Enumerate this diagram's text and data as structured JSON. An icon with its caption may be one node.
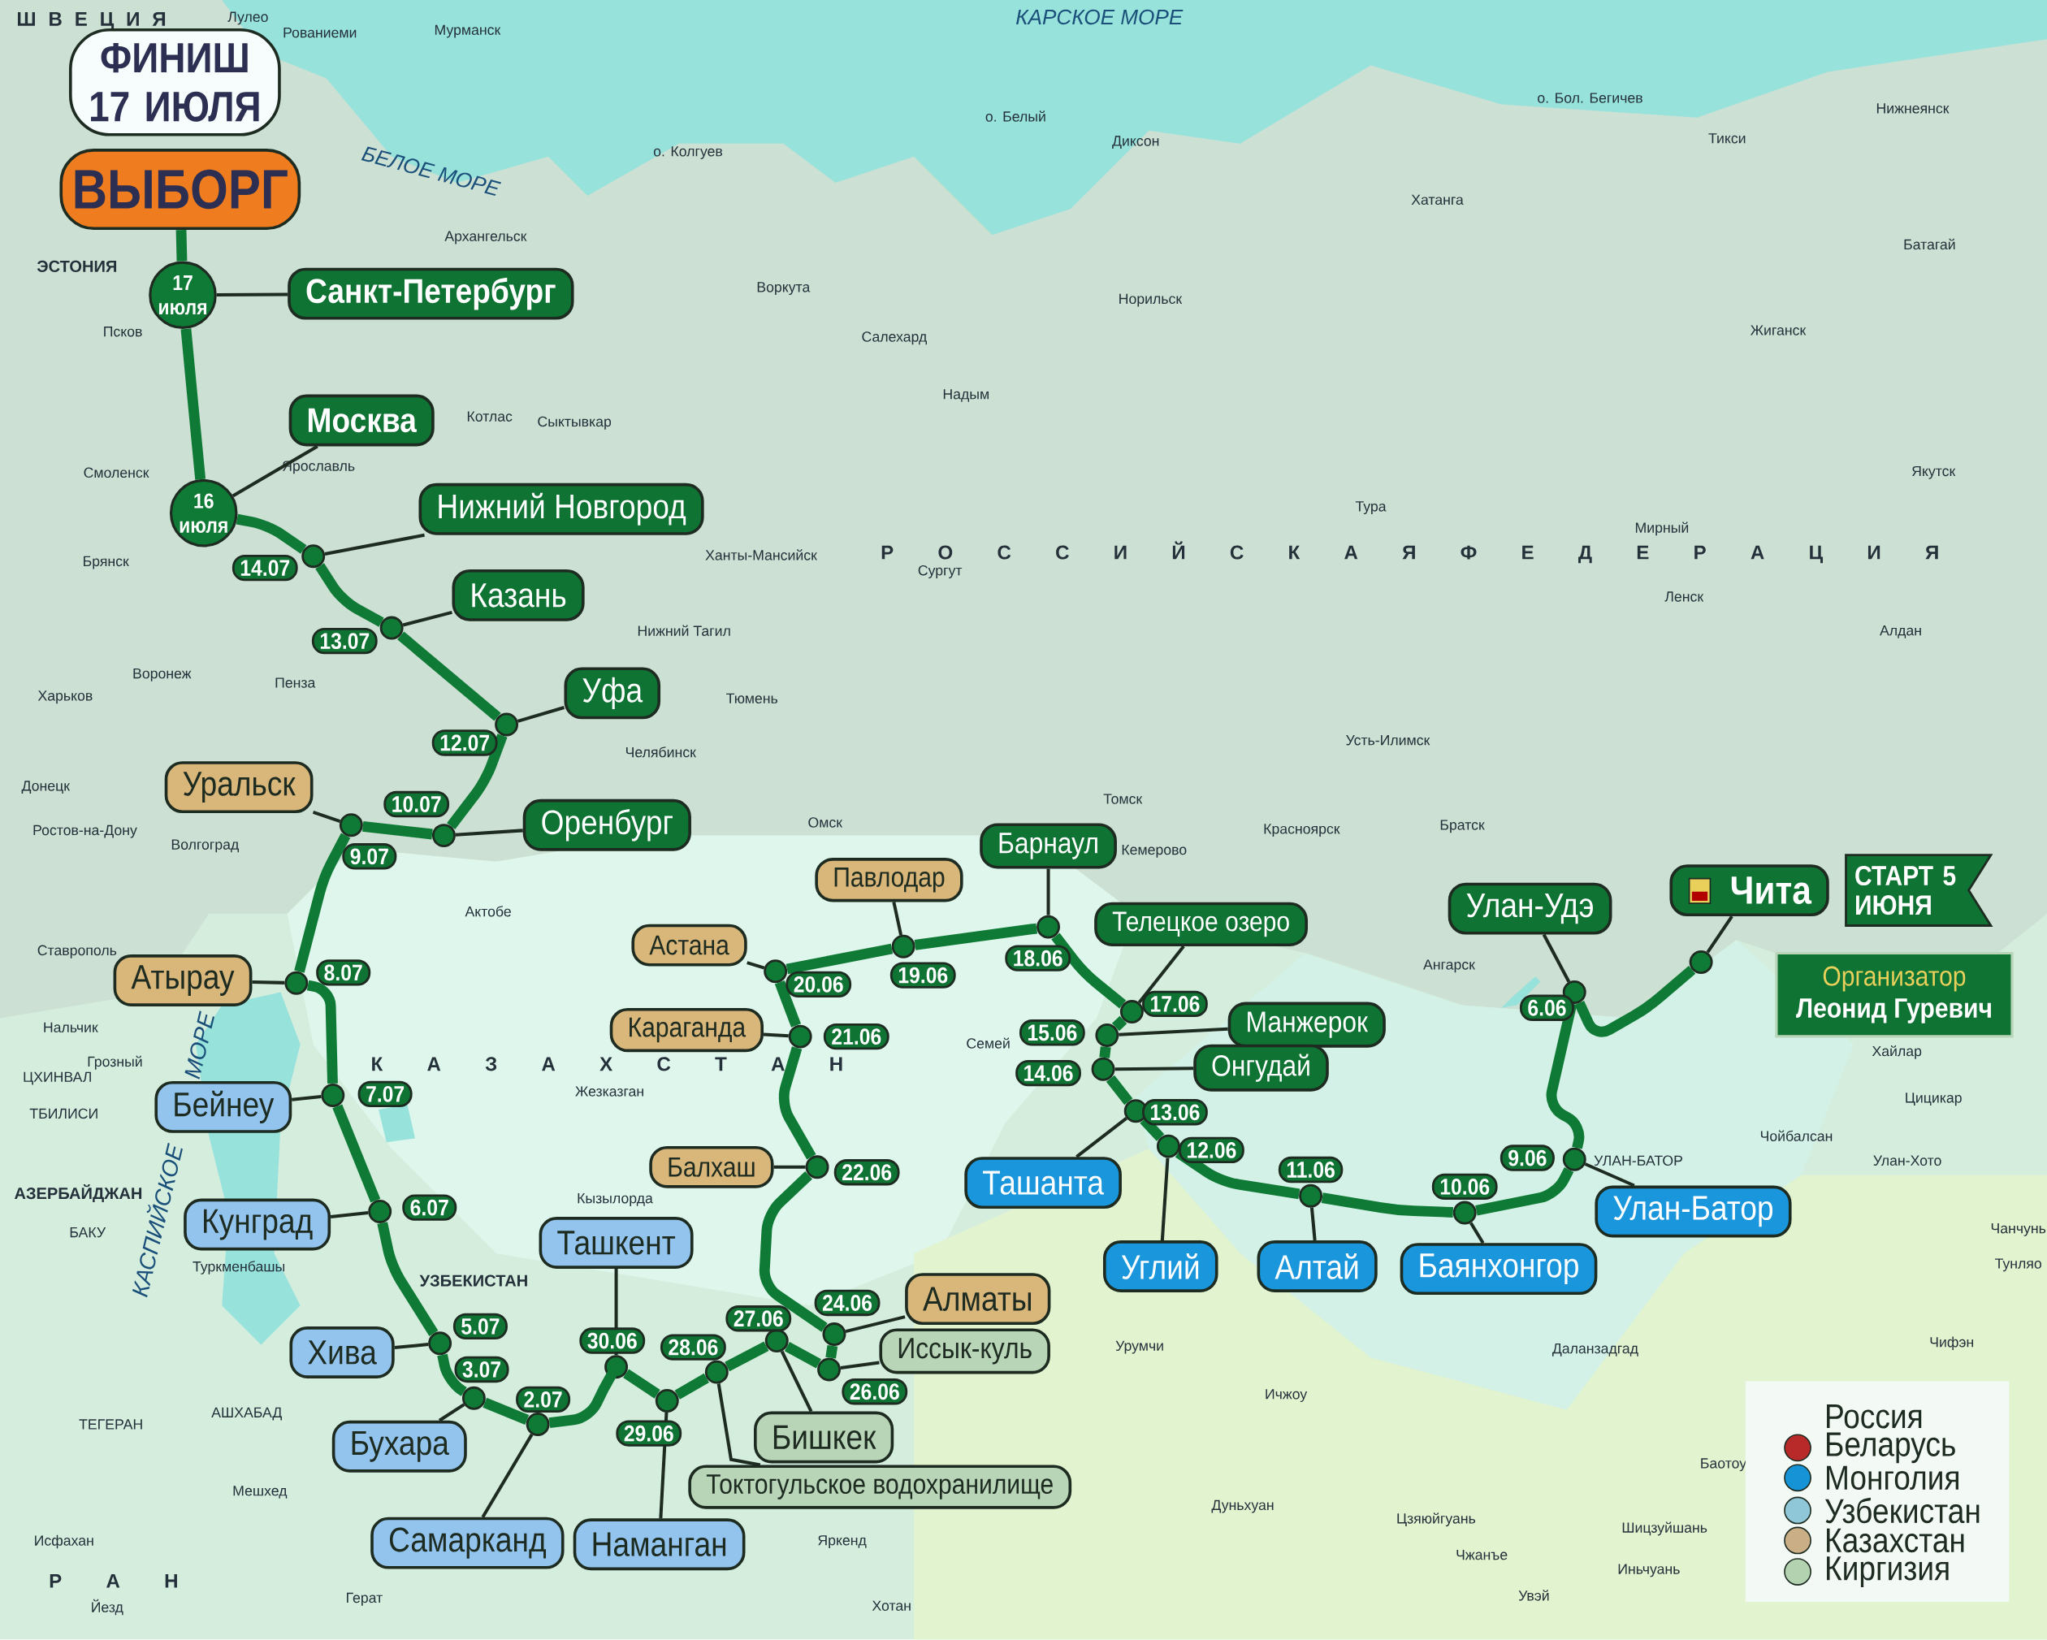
{
  "diagram": {
    "nodes": [
      {
        "text": [
          "ФИНИШ 17 ИЮЛЯ"
        ]
      },
      {
        "text": [
          "ВЫБОРГ"
        ]
      },
      {
        "text": [
          "17 июля"
        ]
      },
      {
        "text": [
          "Санкт-Петербург"
        ]
      },
      {
        "text": [
          "16 июля"
        ]
      },
      {
        "text": [
          "Москва"
        ]
      },
      {
        "text": [],
        "shape": "circle",
        "beside": [
          "14.07"
        ]
      },
      {
        "text": [
          "Нижний Новгород"
        ]
      },
      {
        "text": [],
        "shape": "circle",
        "beside": [
          "13.07"
        ]
      },
      {
        "text": [
          "Казань"
        ]
      },
      {
        "text": [],
        "shape": "circle",
        "beside": [
          "12.07"
        ]
      },
      {
        "text": [
          "Уфа"
        ]
      },
      {
        "text": [],
        "shape": "circle",
        "beside": [
          "10.07"
        ]
      },
      {
        "text": [
          "Оренбург"
        ]
      },
      {
        "text": [],
        "shape": "circle",
        "beside": [
          "9.07"
        ]
      },
      {
        "text": [
          "Уральск"
        ]
      },
      {
        "text": [],
        "shape": "circle",
        "beside": [
          "8.07"
        ]
      },
      {
        "text": [
          "Атырау"
        ]
      },
      {
        "text": [],
        "shape": "circle",
        "beside": [
          "7.07"
        ]
      },
      {
        "text": [
          "Бейнеу"
        ]
      },
      {
        "text": [],
        "shape": "circle",
        "beside": [
          "6.07"
        ]
      },
      {
        "text": [
          "Кунград"
        ]
      },
      {
        "text": [],
        "shape": "circle",
        "beside": [
          "5.07"
        ]
      },
      {
        "text": [
          "Хива"
        ]
      },
      {
        "text": [],
        "shape": "circle",
        "beside": [
          "3.07"
        ]
      },
      {
        "text": [
          "Бухара"
        ]
      },
      {
        "text": [],
        "shape": "circle",
        "beside": [
          "2.07"
        ]
      },
      {
        "text": [
          "Самарканд"
        ]
      },
      {
        "text": [],
        "shape": "circle",
        "beside": [
          "30.06"
        ]
      },
      {
        "text": [
          "Ташкент"
        ]
      },
      {
        "text": [],
        "shape": "circle",
        "beside": [
          "29.06"
        ]
      },
      {
        "text": [
          "Наманган"
        ]
      },
      {
        "text": [],
        "shape": "circle",
        "beside": [
          "28.06"
        ]
      },
      {
        "text": [
          "Токтогульское водохранилище"
        ]
      },
      {
        "text": [],
        "shape": "circle",
        "beside": [
          "27.06"
        ]
      },
      {
        "text": [
          "Бишкек"
        ]
      },
      {
        "text": [],
        "shape": "circle",
        "beside": [
          "26.06"
        ]
      },
      {
        "text": [
          "Иссык-куль"
        ]
      },
      {
        "text": [],
        "shape": "circle",
        "beside": [
          "24.06"
        ]
      },
      {
        "text": [
          "Алматы"
        ]
      },
      {
        "text": [],
        "shape": "circle",
        "beside": [
          "22.06"
        ]
      },
      {
        "text": [
          "Балхаш"
        ]
      },
      {
        "text": [],
        "shape": "circle",
        "beside": [
          "21.06"
        ]
      },
      {
        "text": [
          "Караганда"
        ]
      },
      {
        "text": [],
        "shape": "circle",
        "beside": [
          "20.06"
        ]
      },
      {
        "text": [
          "Астана"
        ]
      },
      {
        "text": [],
        "shape": "circle",
        "beside": [
          "19.06"
        ]
      },
      {
        "text": [
          "Павлодар"
        ]
      },
      {
        "text": [],
        "shape": "circle",
        "beside": [
          "18.06"
        ]
      },
      {
        "text": [
          "Барнаул"
        ]
      },
      {
        "text": [],
        "shape": "circle",
        "beside": [
          "17.06"
        ]
      },
      {
        "text": [
          "Телецкое озеро"
        ]
      },
      {
        "text": [],
        "shape": "circle",
        "beside": [
          "15.06"
        ]
      },
      {
        "text": [
          "Манжерок"
        ]
      },
      {
        "text": [],
        "shape": "circle",
        "beside": [
          "14.06"
        ]
      },
      {
        "text": [
          "Онгудай"
        ]
      },
      {
        "text": [],
        "shape": "circle",
        "beside": [
          "13.06"
        ]
      },
      {
        "text": [
          "Ташанта"
        ]
      },
      {
        "text": [],
        "shape": "circle",
        "beside": [
          "12.06"
        ]
      },
      {
        "text": [
          "Углий"
        ]
      },
      {
        "text": [],
        "shape": "circle",
        "beside": [
          "11.06"
        ]
      },
      {
        "text": [
          "Алтай"
        ]
      },
      {
        "text": [],
        "shape": "circle",
        "beside": [
          "10.06"
        ]
      },
      {
        "text": [
          "Баянхонгор"
        ]
      },
      {
        "text": [],
        "shape": "circle",
        "beside": [
          "9.06"
        ]
      },
      {
        "text": [
          "Улан-Батор"
        ]
      },
      {
        "text": [],
        "shape": "circle",
        "beside": [
          "6.06"
        ]
      },
      {
        "text": [
          "Улан-Удэ"
        ]
      },
      {
        "text": [],
        "shape": "circle"
      },
      {
        "text": [
          "Чита"
        ]
      },
      {
        "text": [
          "СТАРТ 5 ИЮНЯ"
        ]
      },
      {
        "text": [
          "Организатор",
          "Леонид Гуревич"
        ]
      }
    ],
    "edges": [
      {
        "from": 1,
        "to": 2,
        "arrow": "none",
        "style": "thick"
      },
      {
        "from": 2,
        "to": 4,
        "arrow": "none",
        "style": "thick"
      },
      {
        "from": 4,
        "to": 6,
        "arrow": "none",
        "style": "thick"
      },
      {
        "from": 6,
        "to": 8,
        "arrow": "none",
        "style": "thick"
      },
      {
        "from": 8,
        "to": 10,
        "arrow": "none",
        "style": "thick"
      },
      {
        "from": 10,
        "to": 12,
        "arrow": "none",
        "style": "thick"
      },
      {
        "from": 12,
        "to": 14,
        "arrow": "none",
        "style": "thick"
      },
      {
        "from": 14,
        "to": 16,
        "arrow": "none",
        "style": "thick"
      },
      {
        "from": 16,
        "to": 18,
        "arrow": "none",
        "style": "thick"
      },
      {
        "from": 18,
        "to": 20,
        "arrow": "none",
        "style": "thick"
      },
      {
        "from": 20,
        "to": 22,
        "arrow": "none",
        "style": "thick"
      },
      {
        "from": 22,
        "to": 24,
        "arrow": "none",
        "style": "thick"
      },
      {
        "from": 24,
        "to": 26,
        "arrow": "none",
        "style": "thick"
      },
      {
        "from": 26,
        "to": 28,
        "arrow": "none",
        "style": "thick"
      },
      {
        "from": 28,
        "to": 30,
        "arrow": "none",
        "style": "thick"
      },
      {
        "from": 30,
        "to": 32,
        "arrow": "none",
        "style": "thick"
      },
      {
        "from": 32,
        "to": 34,
        "arrow": "none",
        "style": "thick"
      },
      {
        "from": 34,
        "to": 36,
        "arrow": "none",
        "style": "thick"
      },
      {
        "from": 36,
        "to": 38,
        "arrow": "none",
        "style": "thick"
      },
      {
        "from": 38,
        "to": 40,
        "arrow": "none",
        "style": "thick"
      },
      {
        "from": 40,
        "to": 42,
        "arrow": "none",
        "style": "thick"
      },
      {
        "from": 42,
        "to": 44,
        "arrow": "none",
        "style": "thick"
      },
      {
        "from": 44,
        "to": 46,
        "arrow": "none",
        "style": "thick"
      },
      {
        "from": 46,
        "to": 48,
        "arrow": "none",
        "style": "thick"
      },
      {
        "from": 48,
        "to": 50,
        "arrow": "none",
        "style": "thick"
      },
      {
        "from": 50,
        "to": 52,
        "arrow": "none",
        "style": "thick"
      },
      {
        "from": 52,
        "to": 54,
        "arrow": "none",
        "style": "thick"
      },
      {
        "from": 54,
        "to": 56,
        "arrow": "none",
        "style": "thick"
      },
      {
        "from": 56,
        "to": 58,
        "arrow": "none",
        "style": "thick"
      },
      {
        "from": 58,
        "to": 60,
        "arrow": "none",
        "style": "thick"
      },
      {
        "from": 60,
        "to": 62,
        "arrow": "none",
        "style": "thick"
      },
      {
        "from": 62,
        "to": 64,
        "arrow": "none",
        "style": "thick"
      },
      {
        "from": 64,
        "to": 66,
        "arrow": "none",
        "style": "thick"
      },
      {
        "from": 66,
        "to": 68,
        "arrow": "none",
        "style": "thick"
      },
      {
        "from": 3,
        "to": 2,
        "arrow": "none"
      },
      {
        "from": 5,
        "to": 4,
        "arrow": "none"
      },
      {
        "from": 7,
        "to": 6,
        "arrow": "none"
      },
      {
        "from": 9,
        "to": 8,
        "arrow": "none"
      },
      {
        "from": 11,
        "to": 10,
        "arrow": "none"
      },
      {
        "from": 13,
        "to": 12,
        "arrow": "none"
      },
      {
        "from": 15,
        "to": 14,
        "arrow": "none"
      },
      {
        "from": 17,
        "to": 16,
        "arrow": "none"
      },
      {
        "from": 19,
        "to": 18,
        "arrow": "none"
      },
      {
        "from": 21,
        "to": 20,
        "arrow": "none"
      },
      {
        "from": 23,
        "to": 22,
        "arrow": "none"
      },
      {
        "from": 25,
        "to": 24,
        "arrow": "none"
      },
      {
        "from": 27,
        "to": 26,
        "arrow": "none"
      },
      {
        "from": 29,
        "to": 28,
        "arrow": "none"
      },
      {
        "from": 31,
        "to": 30,
        "arrow": "none"
      },
      {
        "from": 33,
        "to": 32,
        "arrow": "none"
      },
      {
        "from": 35,
        "to": 34,
        "arrow": "none"
      },
      {
        "from": 37,
        "to": 36,
        "arrow": "none"
      },
      {
        "from": 39,
        "to": 38,
        "arrow": "none"
      },
      {
        "from": 41,
        "to": 40,
        "arrow": "none"
      },
      {
        "from": 43,
        "to": 42,
        "arrow": "none"
      },
      {
        "from": 45,
        "to": 44,
        "arrow": "none"
      },
      {
        "from": 47,
        "to": 46,
        "arrow": "none"
      },
      {
        "from": 49,
        "to": 48,
        "arrow": "none"
      },
      {
        "from": 51,
        "to": 50,
        "arrow": "none"
      },
      {
        "from": 53,
        "to": 52,
        "arrow": "none"
      },
      {
        "from": 55,
        "to": 54,
        "arrow": "none"
      },
      {
        "from": 57,
        "to": 56,
        "arrow": "none"
      },
      {
        "from": 59,
        "to": 58,
        "arrow": "none"
      },
      {
        "from": 61,
        "to": 60,
        "arrow": "none"
      },
      {
        "from": 63,
        "to": 62,
        "arrow": "none"
      },
      {
        "from": 65,
        "to": 64,
        "arrow": "none"
      },
      {
        "from": 67,
        "to": 66,
        "arrow": "none"
      },
      {
        "from": 69,
        "to": 68,
        "arrow": "none"
      }
    ],
    "labels": [
      "Ш В Е Ц И Я",
      "Лулео",
      "Рованиеми",
      "Мурманск",
      "о. Колгуев",
      "БЕЛОЕ МОРЕ",
      "ЭСТОНИЯ",
      "Архангельск",
      "Воркута",
      "Псков",
      "Котлас",
      "Сыктывкар",
      "Смоленск",
      "Ярославль",
      "Брянск",
      "Нижний Тагил",
      "Воронеж",
      "Пенза",
      "Харьков",
      "Тюмень",
      "Челябинск",
      "Донецк",
      "Ростов-на-Дону",
      "Волгоград",
      "Ханты-Мансийск",
      "КАРСКОЕ МОРЕ",
      "о. Белый",
      "Диксон",
      "Хатанга",
      "о. Бол. Бегичев",
      "Тикси",
      "Нижнеянск",
      "Батагай",
      "Жиганск",
      "Норильск",
      "Салехард",
      "Надым",
      "Тура",
      "Мирный",
      "Якутск",
      "Сургут",
      "Ленск",
      "Алдан",
      "Усть-Илимск",
      "Р О С С И Й С К А Я Ф Е Д Е Р А Ц И Я",
      "Томск",
      "Омск",
      "Красноярск",
      "Братск",
      "Кемерово",
      "Ангарск",
      "Семей",
      "Урумчи",
      "Даланзадгад",
      "Ичжоу",
      "Дуньхуан",
      "Цзяюйгуань",
      "Чжанъе",
      "Иньчуань",
      "Увэй",
      "Хотан",
      "Шицзуйшань",
      "Актобе",
      "Ставрополь",
      "Нальчик",
      "Грозный",
      "ЦХИНВАЛ",
      "ТБИЛИСИ",
      "АЗЕРБАЙДЖАН",
      "БАКУ",
      "Туркменбашы",
      "К А З А Х С Т А Н",
      "Жезказган",
      "Кызылорда",
      "УЗБЕКИСТАН",
      "ТЕГЕРАН",
      "АШХАБАД",
      "Мешхед",
      "Исфахан",
      "Р А Н",
      "Йезд",
      "Герат",
      "Яркенд",
      "КАСПИЙСКОЕ МОРЕ",
      "Хайлар",
      "Цицикар",
      "Чойбалсан",
      "Улан-Хото",
      "Чанчунь",
      "Тунляо",
      "Чифэн",
      "Баотоу",
      "УЛАН-БАТОР"
    ],
    "legend": [
      {
        "text": "Россия"
      },
      {
        "text": "Беларусь",
        "color": "#b8292a"
      },
      {
        "text": "Монголия",
        "color": "#1593d6"
      },
      {
        "text": "Узбекистан",
        "color": "#8fc6d8"
      },
      {
        "text": "Казахстан",
        "color": "#c9ae86"
      },
      {
        "text": "Киргизия",
        "color": "#b3d2b0"
      }
    ]
  }
}
